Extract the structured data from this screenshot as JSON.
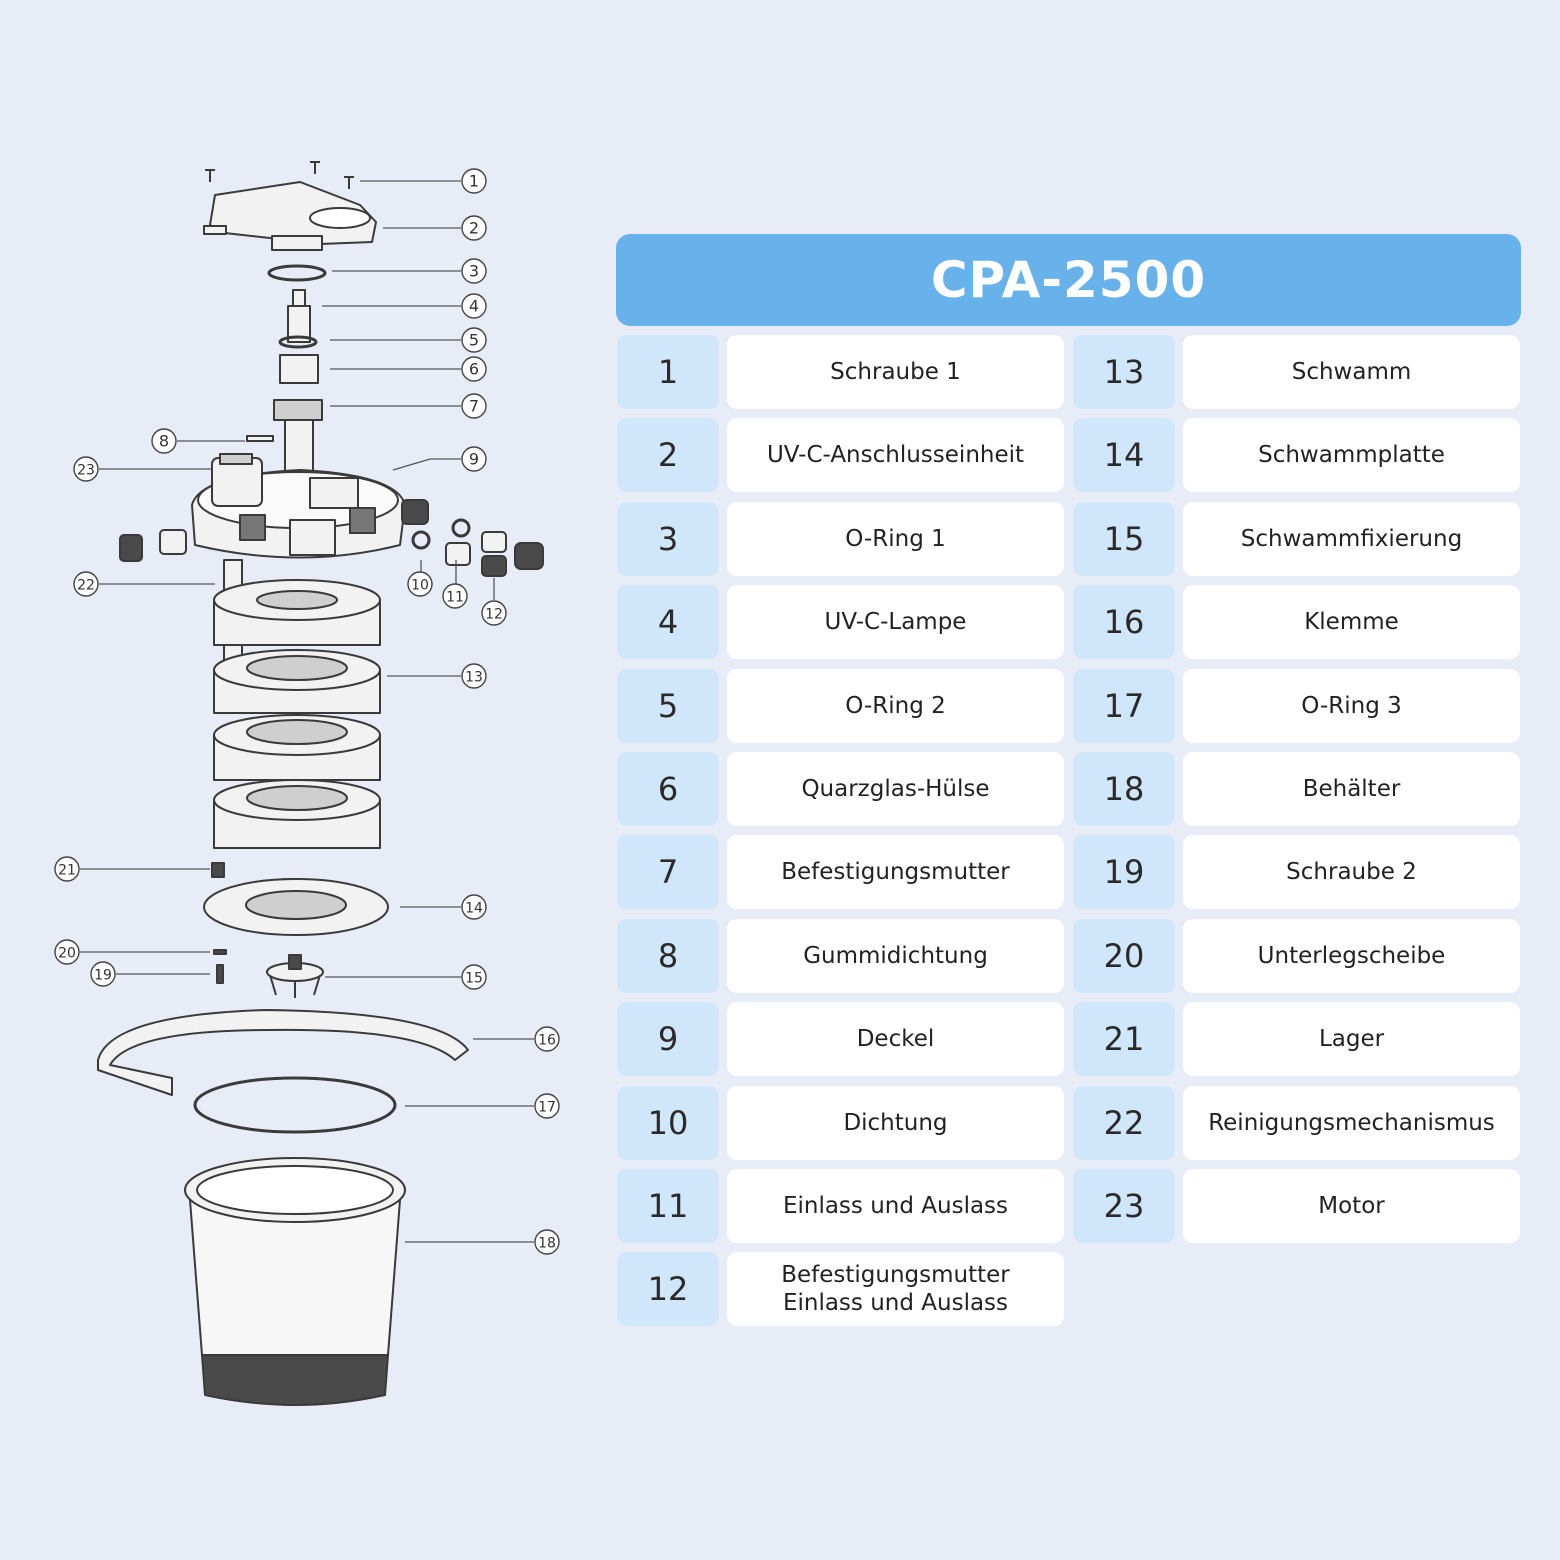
{
  "table": {
    "title": "CPA-2500",
    "parts": [
      {
        "number": "1",
        "name": "Schraube 1"
      },
      {
        "number": "2",
        "name": "UV-C-Anschlusseinheit"
      },
      {
        "number": "3",
        "name": "O-Ring 1"
      },
      {
        "number": "4",
        "name": "UV-C-Lampe"
      },
      {
        "number": "5",
        "name": "O-Ring 2"
      },
      {
        "number": "6",
        "name": "Quarzglas-Hülse"
      },
      {
        "number": "7",
        "name": "Befestigungsmutter"
      },
      {
        "number": "8",
        "name": "Gummidichtung"
      },
      {
        "number": "9",
        "name": "Deckel"
      },
      {
        "number": "10",
        "name": "Dichtung"
      },
      {
        "number": "11",
        "name": "Einlass und Auslass"
      },
      {
        "number": "12",
        "name": "Befestigungsmutter\nEinlass und Auslass"
      },
      {
        "number": "13",
        "name": "Schwamm"
      },
      {
        "number": "14",
        "name": "Schwammplatte"
      },
      {
        "number": "15",
        "name": "Schwammfixierung"
      },
      {
        "number": "16",
        "name": "Klemme"
      },
      {
        "number": "17",
        "name": "O-Ring 3"
      },
      {
        "number": "18",
        "name": "Behälter"
      },
      {
        "number": "19",
        "name": "Schraube 2"
      },
      {
        "number": "20",
        "name": "Unterlegscheibe"
      },
      {
        "number": "21",
        "name": "Lager"
      },
      {
        "number": "22",
        "name": "Reinigungsmechanismus"
      },
      {
        "number": "23",
        "name": "Motor"
      }
    ]
  },
  "diagram": {
    "callouts": [
      "1",
      "2",
      "3",
      "4",
      "5",
      "6",
      "7",
      "8",
      "9",
      "10",
      "11",
      "12",
      "13",
      "14",
      "15",
      "16",
      "17",
      "18",
      "19",
      "20",
      "21",
      "22",
      "23"
    ],
    "colors": {
      "line": "#3a3a3a",
      "part_fill": "#f2f2f2",
      "dark": "#4a4a4a"
    }
  }
}
